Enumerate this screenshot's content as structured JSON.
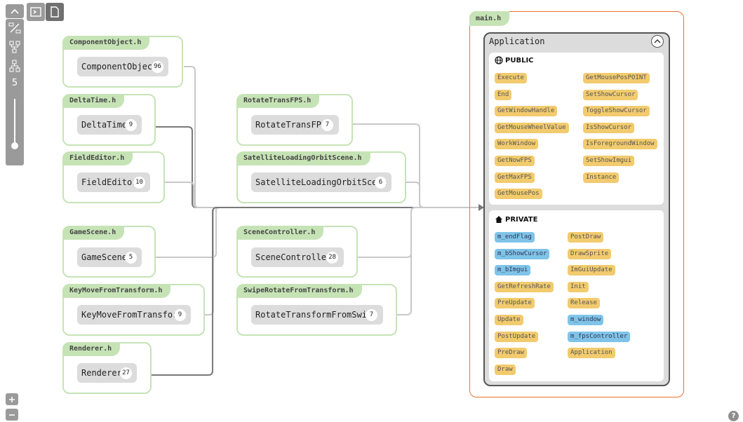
{
  "toolbar": {
    "collapse_icon": "chevron-up-icon",
    "level": "5",
    "tabs": [
      "terminal-icon",
      "document-icon"
    ]
  },
  "files": [
    {
      "file": "ComponentObject.h",
      "class": "ComponentObject",
      "count": "96"
    },
    {
      "file": "DeltaTime.h",
      "class": "DeltaTime",
      "count": "9"
    },
    {
      "file": "FieldEditor.h",
      "class": "FieldEditor",
      "count": "10"
    },
    {
      "file": "GameScene.h",
      "class": "GameScene",
      "count": "5"
    },
    {
      "file": "KeyMoveFromTransform.h",
      "class": "KeyMoveFromTransform",
      "count": "9"
    },
    {
      "file": "Renderer.h",
      "class": "Renderer",
      "count": "27"
    },
    {
      "file": "RotateTransFPS.h",
      "class": "RotateTransFPS",
      "count": "7"
    },
    {
      "file": "SatelliteLoadingOrbitScene.h",
      "class": "SatelliteLoadingOrbitScene",
      "count": "6"
    },
    {
      "file": "SceneController.h",
      "class": "SceneController",
      "count": "28"
    },
    {
      "file": "SwipeRotateFromTransform.h",
      "class": "RotateTransformFromSwipe",
      "count": "7"
    }
  ],
  "main": {
    "file": "main.h",
    "class": "Application",
    "public_label": "PUBLIC",
    "private_label": "PRIVATE",
    "public_left": [
      "Execute",
      "End",
      "GetWindowHandle",
      "GetMouseWheelValue",
      "WorkWindow",
      "GetNowFPS",
      "GetMaxFPS",
      "GetMousePos"
    ],
    "public_right": [
      "GetMousePosPOINT",
      "SetShowCursor",
      "ToggleShowCursor",
      "IsShowCursor",
      "IsForegroundWindow",
      "SetShowImgui",
      "Instance"
    ],
    "private_left": [
      "m_endFlag",
      "m_bShowCursor",
      "m_bImgui",
      "GetRefreshRate",
      "PreUpdate",
      "Update",
      "PostUpdate",
      "PreDraw",
      "Draw"
    ],
    "private_right": [
      "PostDraw",
      "DrawSprite",
      "ImGuiUpdate",
      "Init",
      "Release",
      "m_window",
      "m_fpsController",
      "Application"
    ],
    "private_left_types": [
      "var",
      "var",
      "var",
      "func",
      "func",
      "func",
      "func",
      "func",
      "func"
    ],
    "private_right_types": [
      "func",
      "func",
      "func",
      "func",
      "func",
      "var",
      "var",
      "func"
    ]
  },
  "colors": {
    "file_border": "#c6e3b6",
    "main_border": "#e8742f",
    "function_chip": "#f2cb6e",
    "variable_chip": "#7fc4e8",
    "edge": "#c8c8c8",
    "edge_highlight": "#7a7a7a"
  },
  "zoom": {
    "in": "+",
    "out": "−"
  },
  "help": "?"
}
